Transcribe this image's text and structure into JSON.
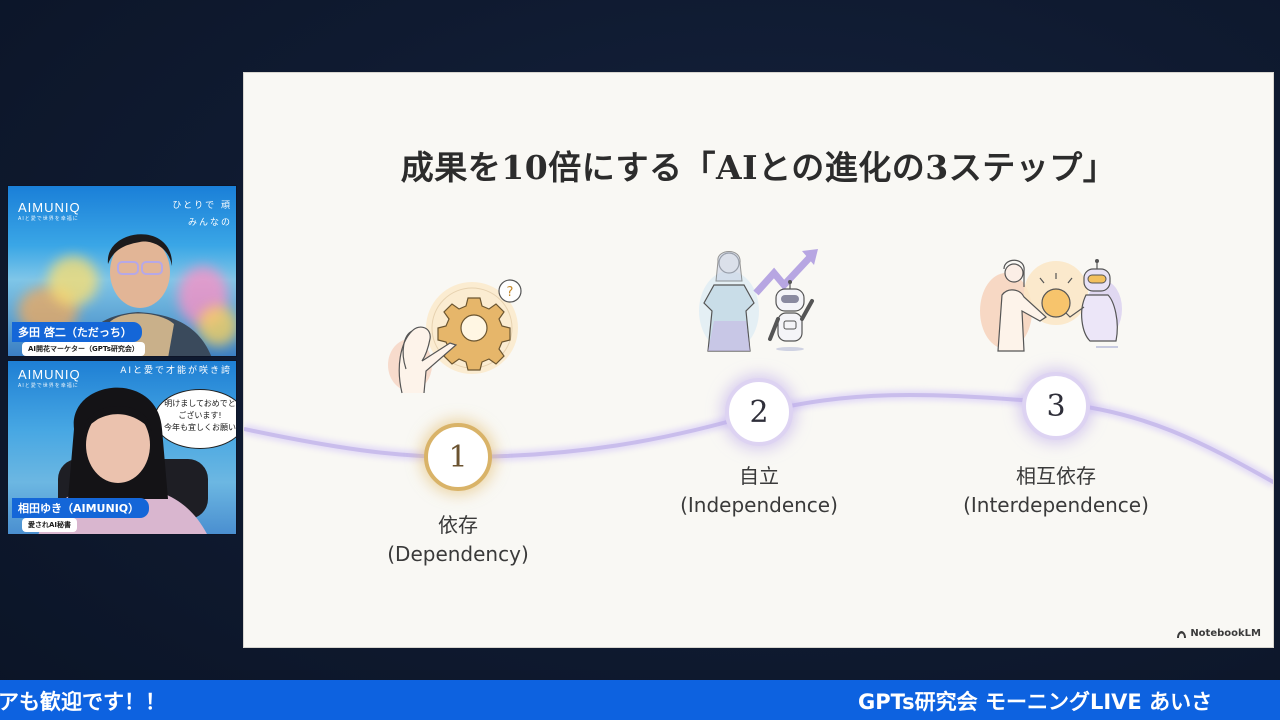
{
  "slide": {
    "title": "成果を10倍にする「AIとの進化の3ステップ」",
    "brand": "NotebookLM",
    "steps": [
      {
        "number": "1",
        "label_ja": "依存",
        "label_en": "(Dependency)",
        "accent": "#d9b368",
        "illustration": "woman-gear-question-icon"
      },
      {
        "number": "2",
        "label_ja": "自立",
        "label_en": "(Independence)",
        "accent": "#ddd3f2",
        "illustration": "woman-robot-arrow-up-icon"
      },
      {
        "number": "3",
        "label_ja": "相互依存",
        "label_en": "(Interdependence)",
        "accent": "#ddd3f2",
        "illustration": "woman-robot-light-orb-icon"
      }
    ],
    "path_color": "#c9bdec"
  },
  "cameras": [
    {
      "brand": "AIMUNIQ",
      "brand_sub": "AIと愛で世界を幸福に",
      "tagline_line1": "ひとりで 頑",
      "tagline_line2": "みんなの",
      "name": "多田 啓二（ただっち）",
      "role": "AI開花マーケター（GPTs研究会）"
    },
    {
      "brand": "AIMUNIQ",
      "brand_sub": "AIと愛で世界を幸福に",
      "tagline_line1": "AIと愛で才能が咲き誇",
      "speech_line1": "明けましておめでと",
      "speech_line2": "ございます!",
      "speech_line3": "今年も宜しくお願い",
      "name": "相田ゆき（AIMUNIQ）",
      "role": "愛されAI秘書"
    }
  ],
  "ticker": {
    "left_text": "アも歓迎です！！",
    "right_text": "GPTs研究会 モーニングLIVE あいさ",
    "background": "#0d62e0"
  }
}
